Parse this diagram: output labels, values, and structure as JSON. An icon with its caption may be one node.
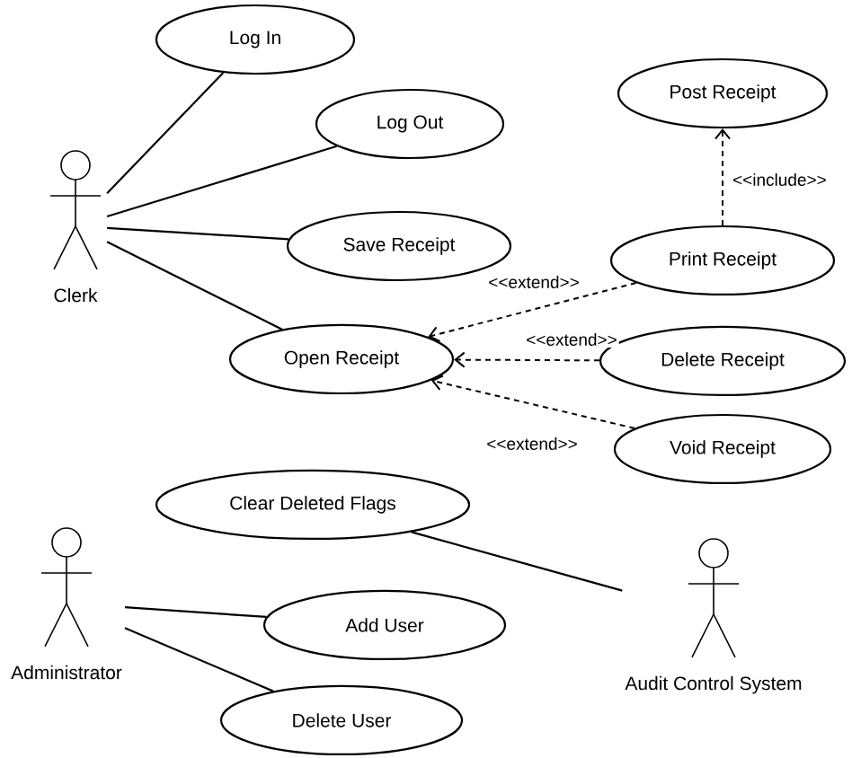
{
  "diagram": {
    "nodes": [
      {
        "text": [
          "Clerk"
        ]
      },
      {
        "text": [
          "Log In"
        ]
      },
      {
        "text": [
          "Log Out"
        ]
      },
      {
        "text": [
          "Save Receipt"
        ]
      },
      {
        "text": [
          "Open Receipt"
        ]
      },
      {
        "text": [
          "Post Receipt"
        ]
      },
      {
        "text": [
          "Print Receipt"
        ]
      },
      {
        "text": [
          "Delete Receipt"
        ]
      },
      {
        "text": [
          "Void Receipt"
        ]
      },
      {
        "text": [
          "Clear Deleted Flags"
        ]
      },
      {
        "text": [
          "Administrator"
        ]
      },
      {
        "text": [
          "Add User"
        ]
      },
      {
        "text": [
          "Delete User"
        ]
      },
      {
        "text": [
          "Audit Control System"
        ]
      }
    ],
    "edges": [
      {
        "from": 0,
        "to": 1,
        "arrow": "none"
      },
      {
        "from": 0,
        "to": 2,
        "arrow": "none"
      },
      {
        "from": 0,
        "to": 3,
        "arrow": "none"
      },
      {
        "from": 0,
        "to": 4,
        "arrow": "none"
      },
      {
        "from": 6,
        "to": 5,
        "arrow": "to",
        "style": "dashed",
        "label": "<<include>>"
      },
      {
        "from": 6,
        "to": 4,
        "arrow": "to",
        "style": "dashed",
        "label": "<<extend>>"
      },
      {
        "from": 7,
        "to": 4,
        "arrow": "to",
        "style": "dashed",
        "label": "<<extend>>"
      },
      {
        "from": 8,
        "to": 4,
        "arrow": "to",
        "style": "dashed",
        "label": "<<extend>>"
      },
      {
        "from": 13,
        "to": 9,
        "arrow": "none"
      },
      {
        "from": 10,
        "to": 11,
        "arrow": "none"
      },
      {
        "from": 10,
        "to": 12,
        "arrow": "none"
      }
    ]
  }
}
